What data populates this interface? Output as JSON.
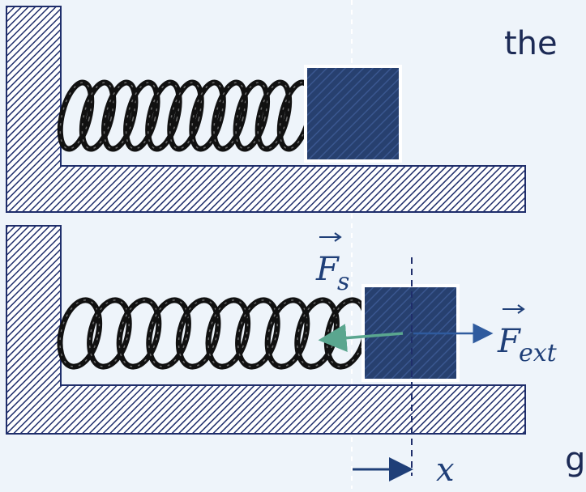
{
  "slide_text": {
    "top_fragment": "the",
    "bottom_fragment": "g"
  },
  "labels": {
    "spring_force_letter": "F",
    "spring_force_subscript": "s",
    "external_force_letter": "F",
    "external_force_subscript": "ext",
    "displacement": "x"
  },
  "colors": {
    "background": "#eef4fa",
    "wall_hatch": "#1f2e6b",
    "block_fill": "#27406f",
    "spring_coil": "#111111",
    "spring_force_arrow": "#5aa68f",
    "external_force_arrow": "#2f5b9e",
    "dashed_line": "#1f2e6b",
    "label_color": "#1f3f78"
  },
  "icons": {
    "spring_force_arrow": "arrow-left-icon",
    "external_force_arrow": "arrow-right-icon",
    "displacement_arrow": "arrow-right-icon",
    "vector_accent": "right-arrow-accent-icon"
  }
}
